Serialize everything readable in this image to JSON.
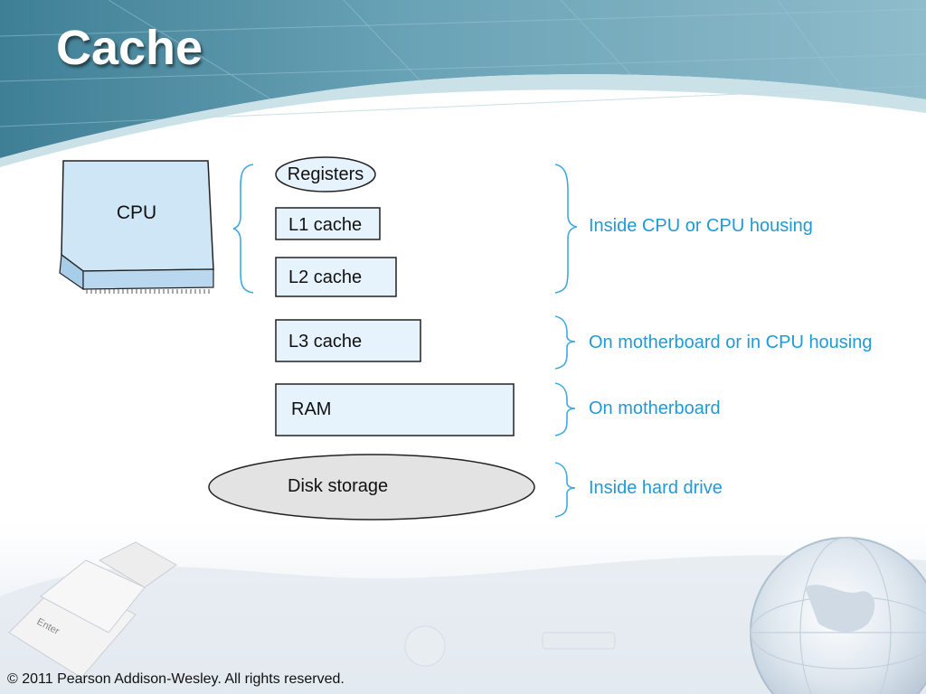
{
  "slide": {
    "title": "Cache",
    "copyright": "© 2011 Pearson Addison-Wesley. All rights reserved.",
    "keyboard_key_label": "Enter"
  },
  "diagram": {
    "cpu_label": "CPU",
    "levels": [
      {
        "id": "registers",
        "label": "Registers"
      },
      {
        "id": "l1",
        "label": "L1 cache"
      },
      {
        "id": "l2",
        "label": "L2 cache"
      },
      {
        "id": "l3",
        "label": "L3 cache"
      },
      {
        "id": "ram",
        "label": "RAM"
      },
      {
        "id": "disk",
        "label": "Disk storage"
      }
    ],
    "locations": [
      {
        "id": "cpu-housing",
        "label": "Inside CPU or CPU housing"
      },
      {
        "id": "motherboard-or-cpu",
        "label": "On motherboard or in CPU housing"
      },
      {
        "id": "motherboard",
        "label": "On motherboard"
      },
      {
        "id": "hard-drive",
        "label": "Inside hard drive"
      }
    ]
  },
  "colors": {
    "header_teal": "#5a98ad",
    "box_fill": "#e6f2fc",
    "cpu_fill": "#cfe6f7",
    "disk_fill": "#e3e3e3",
    "bracket_blue": "#3fa9e0",
    "location_text": "#1f9ad6"
  }
}
